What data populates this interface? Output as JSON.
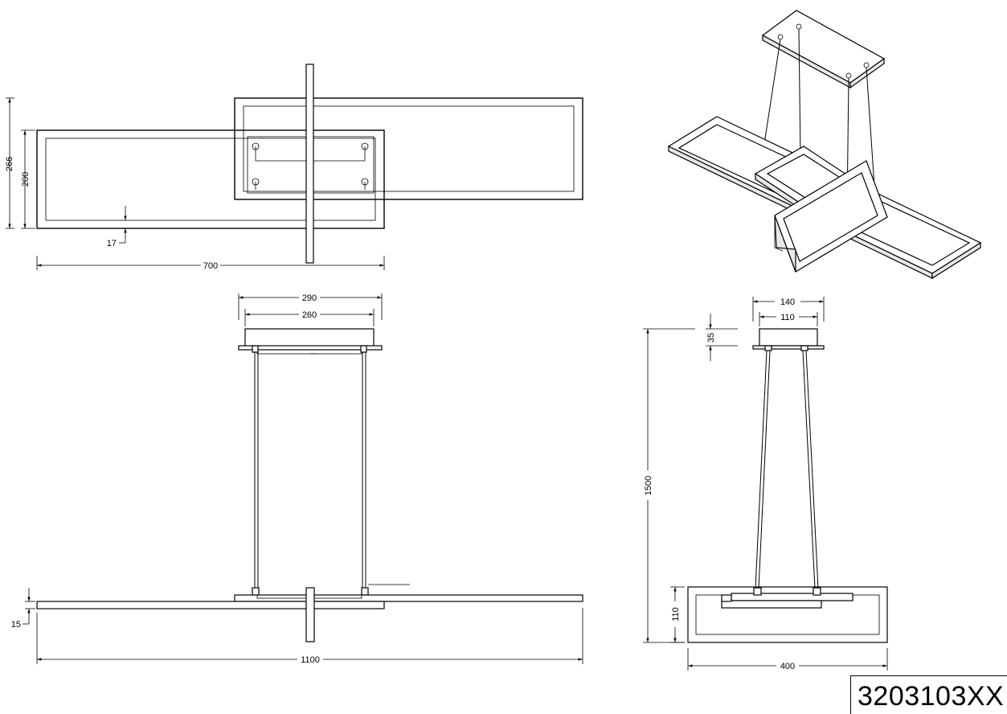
{
  "drawing": {
    "product_code": "3203103XX",
    "top_view": {
      "dim_height_total": "266",
      "dim_height_frame": "200",
      "dim_profile": "17",
      "dim_length": "700"
    },
    "front_view": {
      "dim_canopy_outer": "290",
      "dim_canopy_inner": "260",
      "dim_profile_height": "15",
      "dim_total_length": "1100"
    },
    "side_view": {
      "dim_canopy_outer": "140",
      "dim_canopy_inner": "110",
      "dim_canopy_height": "35",
      "dim_total_height": "1500",
      "dim_frame_height": "110",
      "dim_frame_width": "400"
    }
  }
}
